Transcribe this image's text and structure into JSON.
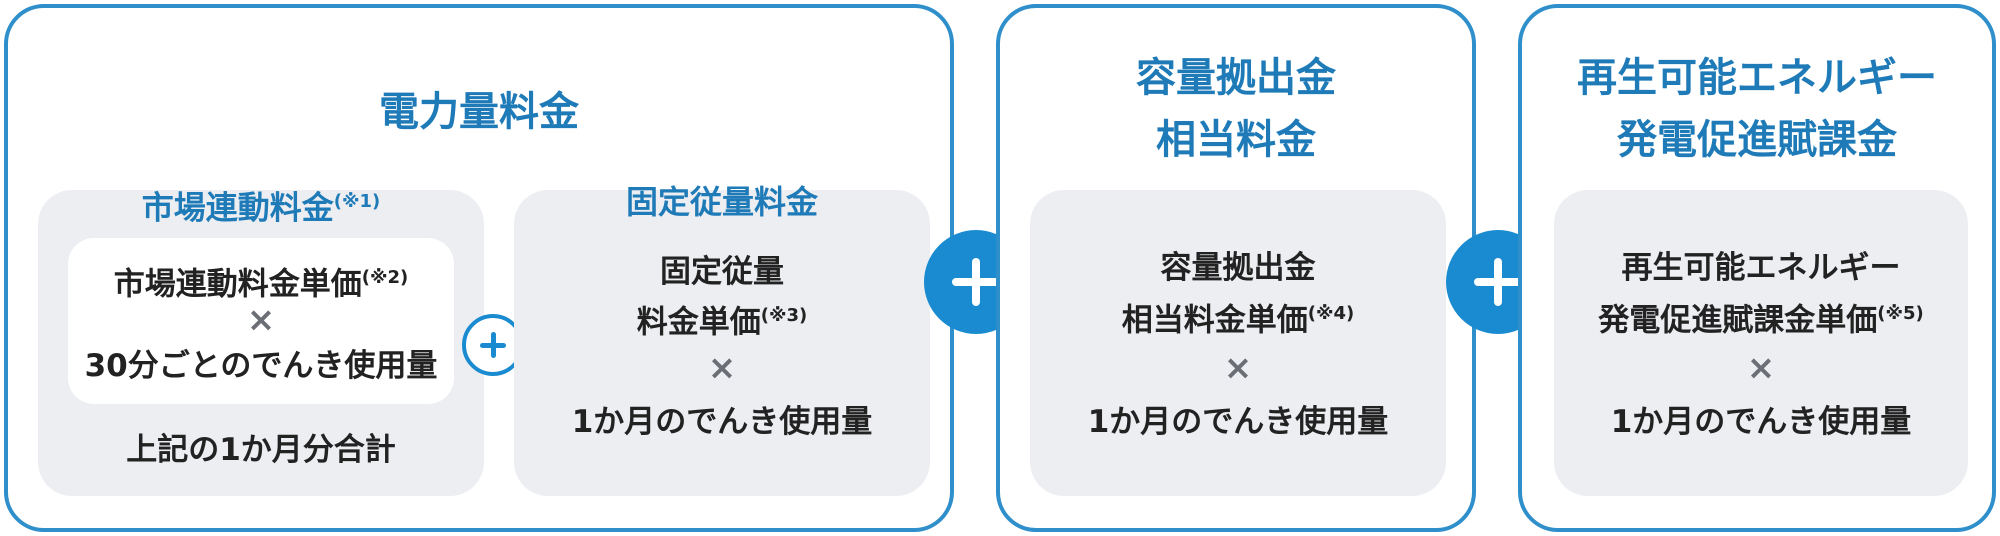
{
  "box1": {
    "title": "電力量料金",
    "market": {
      "heading": "市場連動料金",
      "heading_note": "(※1)",
      "formula_line1": "市場連動料金単価",
      "formula_line1_note": "(※2)",
      "times": "×",
      "formula_line2": "30分ごとのでんき使用量",
      "summary": "上記の1か月分合計"
    },
    "fixed": {
      "heading": "固定従量料金",
      "line1": "固定従量",
      "line2": "料金単価",
      "line2_note": "(※3)",
      "times": "×",
      "line3": "1か月のでんき使用量"
    }
  },
  "box2": {
    "title_line1": "容量拠出金",
    "title_line2": "相当料金",
    "line1": "容量拠出金",
    "line2": "相当料金単価",
    "line2_note": "(※4)",
    "times": "×",
    "line3": "1か月のでんき使用量"
  },
  "box3": {
    "title_line1": "再生可能エネルギー",
    "title_line2": "発電促進賦課金",
    "line1": "再生可能エネルギー",
    "line2": "発電促進賦課金単価",
    "line2_note": "(※5)",
    "times": "×",
    "line3": "1か月のでんき使用量"
  },
  "icons": {
    "plus": "plus-icon",
    "accent": "#1a8bd0",
    "border": "#2f8fcb"
  }
}
